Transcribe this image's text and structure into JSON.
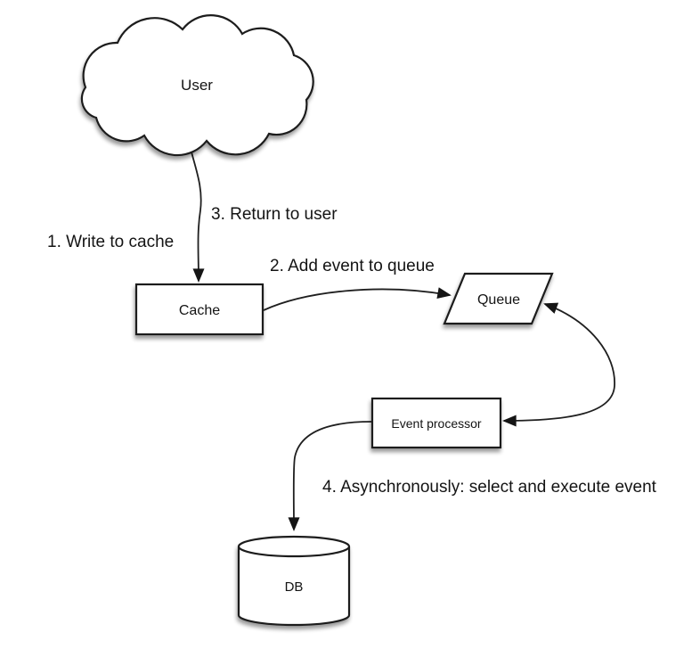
{
  "diagram": {
    "background_color": "#ffffff",
    "stroke_color": "#1f1f1f",
    "shape_fill_color": "#ffffff",
    "text_color": "#141414",
    "nodes": {
      "user": {
        "label": "User",
        "shape": "cloud"
      },
      "cache": {
        "label": "Cache",
        "shape": "rectangle"
      },
      "queue": {
        "label": "Queue",
        "shape": "parallelogram"
      },
      "event_processor": {
        "label": "Event processor",
        "shape": "rectangle"
      },
      "db": {
        "label": "DB",
        "shape": "cylinder"
      }
    },
    "edge_labels": {
      "step1": "1. Write to cache",
      "step2": "2. Add event to queue",
      "step3": "3. Return to user",
      "step4": "4. Asynchronously: select and execute event"
    },
    "edges": [
      {
        "from": "user",
        "to": "cache",
        "style": "curved",
        "arrowheads": "end"
      },
      {
        "from": "cache",
        "to": "queue",
        "style": "curved",
        "arrowheads": "end"
      },
      {
        "from": "queue",
        "to": "event_processor",
        "style": "curved",
        "arrowheads": "both"
      },
      {
        "from": "event_processor",
        "to": "db",
        "style": "curved",
        "arrowheads": "end"
      }
    ]
  }
}
